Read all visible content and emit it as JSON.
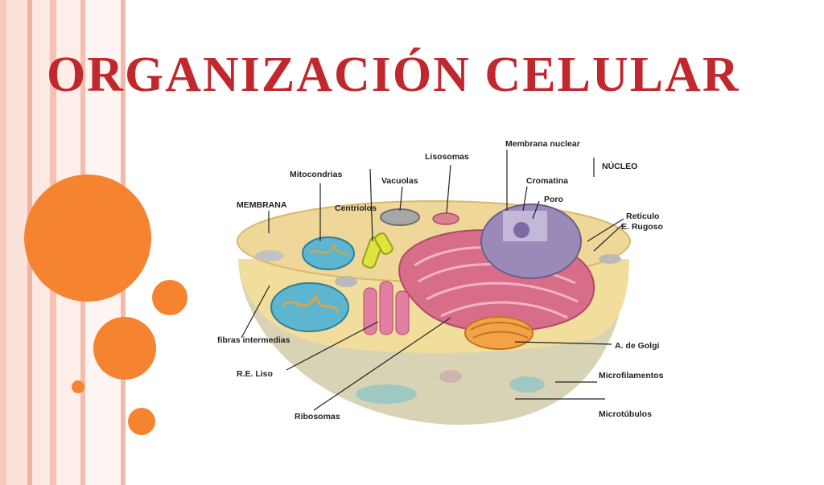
{
  "title": "ORGANIZACIÓN CELULAR",
  "labels": {
    "membrana": "MEMBRANA",
    "mitocondrias": "Mitocondrias",
    "centriolos": "Centriolos",
    "vacuolas": "Vacuolas",
    "lisosomas": "Lisosomas",
    "membrana_nuclear": "Membrana nuclear",
    "nucleo": "NÚCLEO",
    "cromatina": "Cromatina",
    "poro": "Poro",
    "reticulo_line1": "Retículo",
    "reticulo_line2": "E. Rugoso",
    "fibras": "fibras intermedias",
    "re_liso": "R.E. Liso",
    "ribosomas": "Ribosomas",
    "golgi": "A. de Golgi",
    "microfilamentos": "Microfilamentos",
    "microtubulos": "Microtúbulos"
  },
  "colors": {
    "title": "#c0282d",
    "accent_orange": "#f5832f",
    "cytoplasm": "#efd79a",
    "nucleus": "#9b8ab8",
    "reticulum": "#d86d8a",
    "mitochondria": "#5db5cf"
  }
}
